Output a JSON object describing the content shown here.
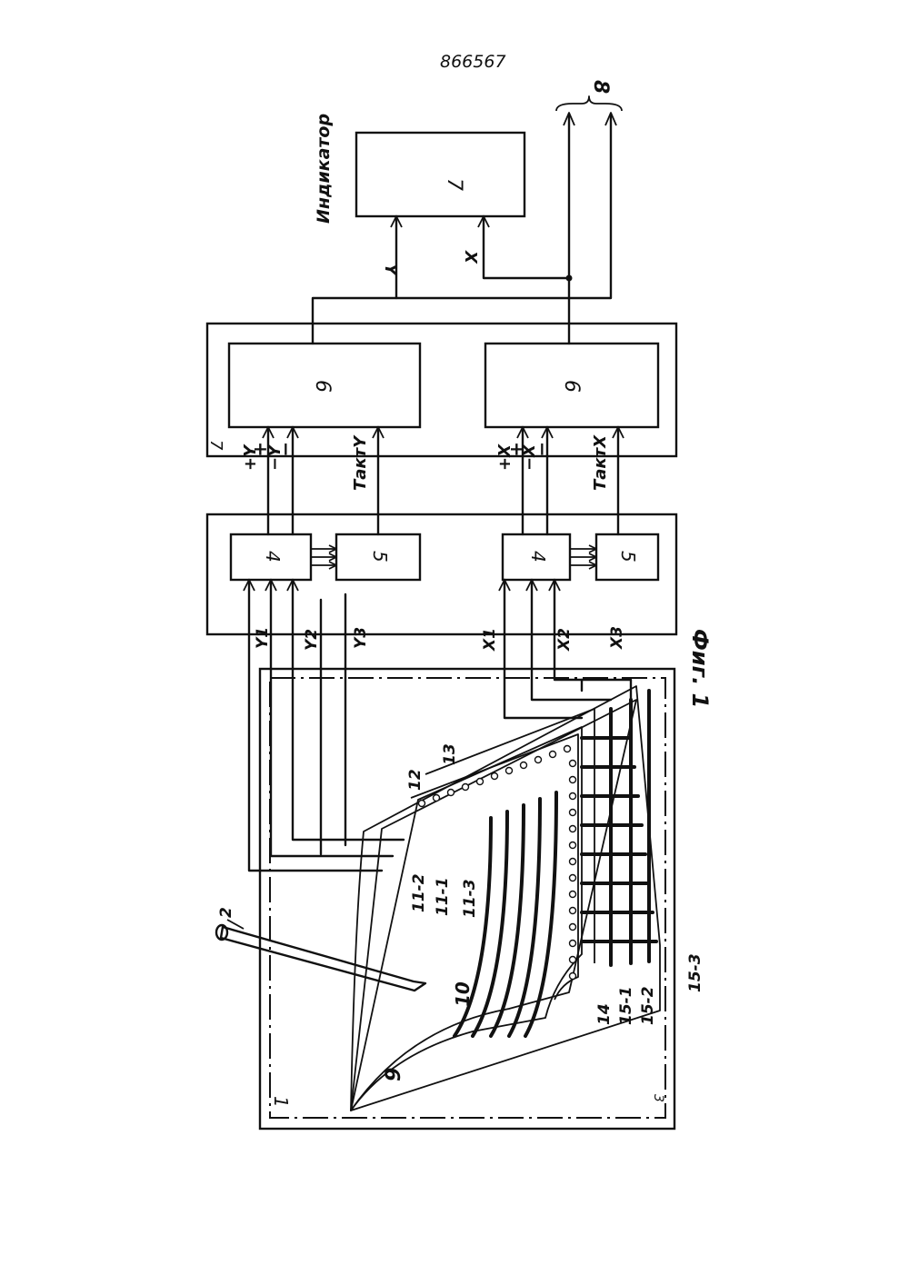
{
  "patent_number": "866567",
  "figure_caption": "Фиг. 1",
  "blocks": {
    "indicator_title": "Индикатор",
    "indicator_number": "7",
    "counter_top_number": "6",
    "counter_bottom_number": "6",
    "counter_group_number": "7",
    "comparator_top_number": "4",
    "comparator_bottom_number": "4",
    "clock_top_number": "5",
    "clock_bottom_number": "5"
  },
  "signals": {
    "plus_y": "+Y",
    "minus_y": "−Y",
    "clock_y": "ТактY",
    "plus_x": "+X",
    "minus_x": "−X",
    "clock_x": "ТактX",
    "plus": "+",
    "minus": "−",
    "out_y": "Y",
    "out_x": "X",
    "bus": "8"
  },
  "inputs": {
    "y1": "Y1",
    "y2": "Y2",
    "y3": "Y3",
    "x1": "X1",
    "x2": "X2",
    "x3": "X3"
  },
  "parts": {
    "tablet": "1",
    "stylus": "2",
    "frame": "3",
    "sheet_9": "9",
    "sheet_10": "10",
    "line_11_2": "11-2",
    "line_11_1": "11-1",
    "line_11_3": "11-3",
    "layer_12": "12",
    "layer_13": "13",
    "layer_14": "14",
    "line_15_1": "15-1",
    "line_15_2": "15-2",
    "line_15_3": "15-3"
  }
}
